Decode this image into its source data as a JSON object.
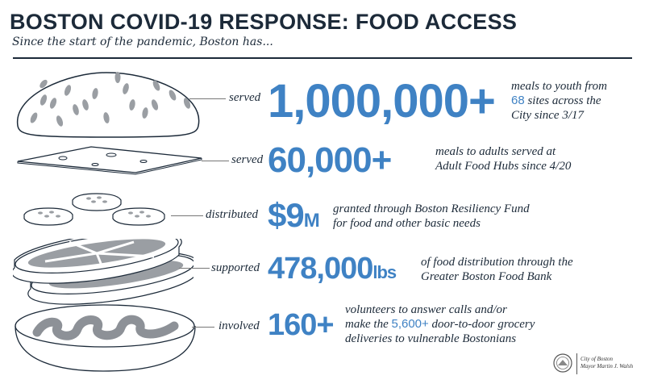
{
  "header": {
    "title": "BOSTON COVID-19 RESPONSE: FOOD ACCESS",
    "subtitle": "Since the start of the pandemic, Boston has..."
  },
  "colors": {
    "accent": "#3f82c4",
    "text": "#1c2a39",
    "illustration_fill": "#9a9ea3"
  },
  "rows": [
    {
      "illustration": "top-bun-icon",
      "verb": "served",
      "figure": "1,000,000+",
      "desc_lines": [
        "meals to youth from",
        "68",
        " sites across the",
        "City since 3/17"
      ]
    },
    {
      "illustration": "cheese-slice-icon",
      "verb": "served",
      "figure": "60,000+",
      "desc_lines": [
        "meals to adults served at",
        "Adult Food Hubs since 4/20"
      ]
    },
    {
      "illustration": "patties-icon",
      "verb": "distributed",
      "figure": "$9",
      "figure_unit": "M",
      "desc_lines": [
        "granted through Boston Resiliency Fund",
        "for food and other basic needs"
      ]
    },
    {
      "illustration": "tomato-slices-icon",
      "verb": "supported",
      "figure": "478,000",
      "figure_unit": "lbs",
      "desc_lines": [
        "of food distribution through the",
        "Greater Boston Food Bank"
      ]
    },
    {
      "illustration": "bottom-bun-icon",
      "verb": "involved",
      "figure": "160+",
      "desc_lines": [
        "volunteers to answer calls and/or",
        "make the ",
        "5,600+",
        " door-to-door grocery",
        "deliveries to vulnerable Bostonians"
      ]
    }
  ],
  "footer": {
    "logo": "city-of-boston-seal",
    "line1": "City of Boston",
    "line2": "Mayor Martin J. Walsh"
  }
}
